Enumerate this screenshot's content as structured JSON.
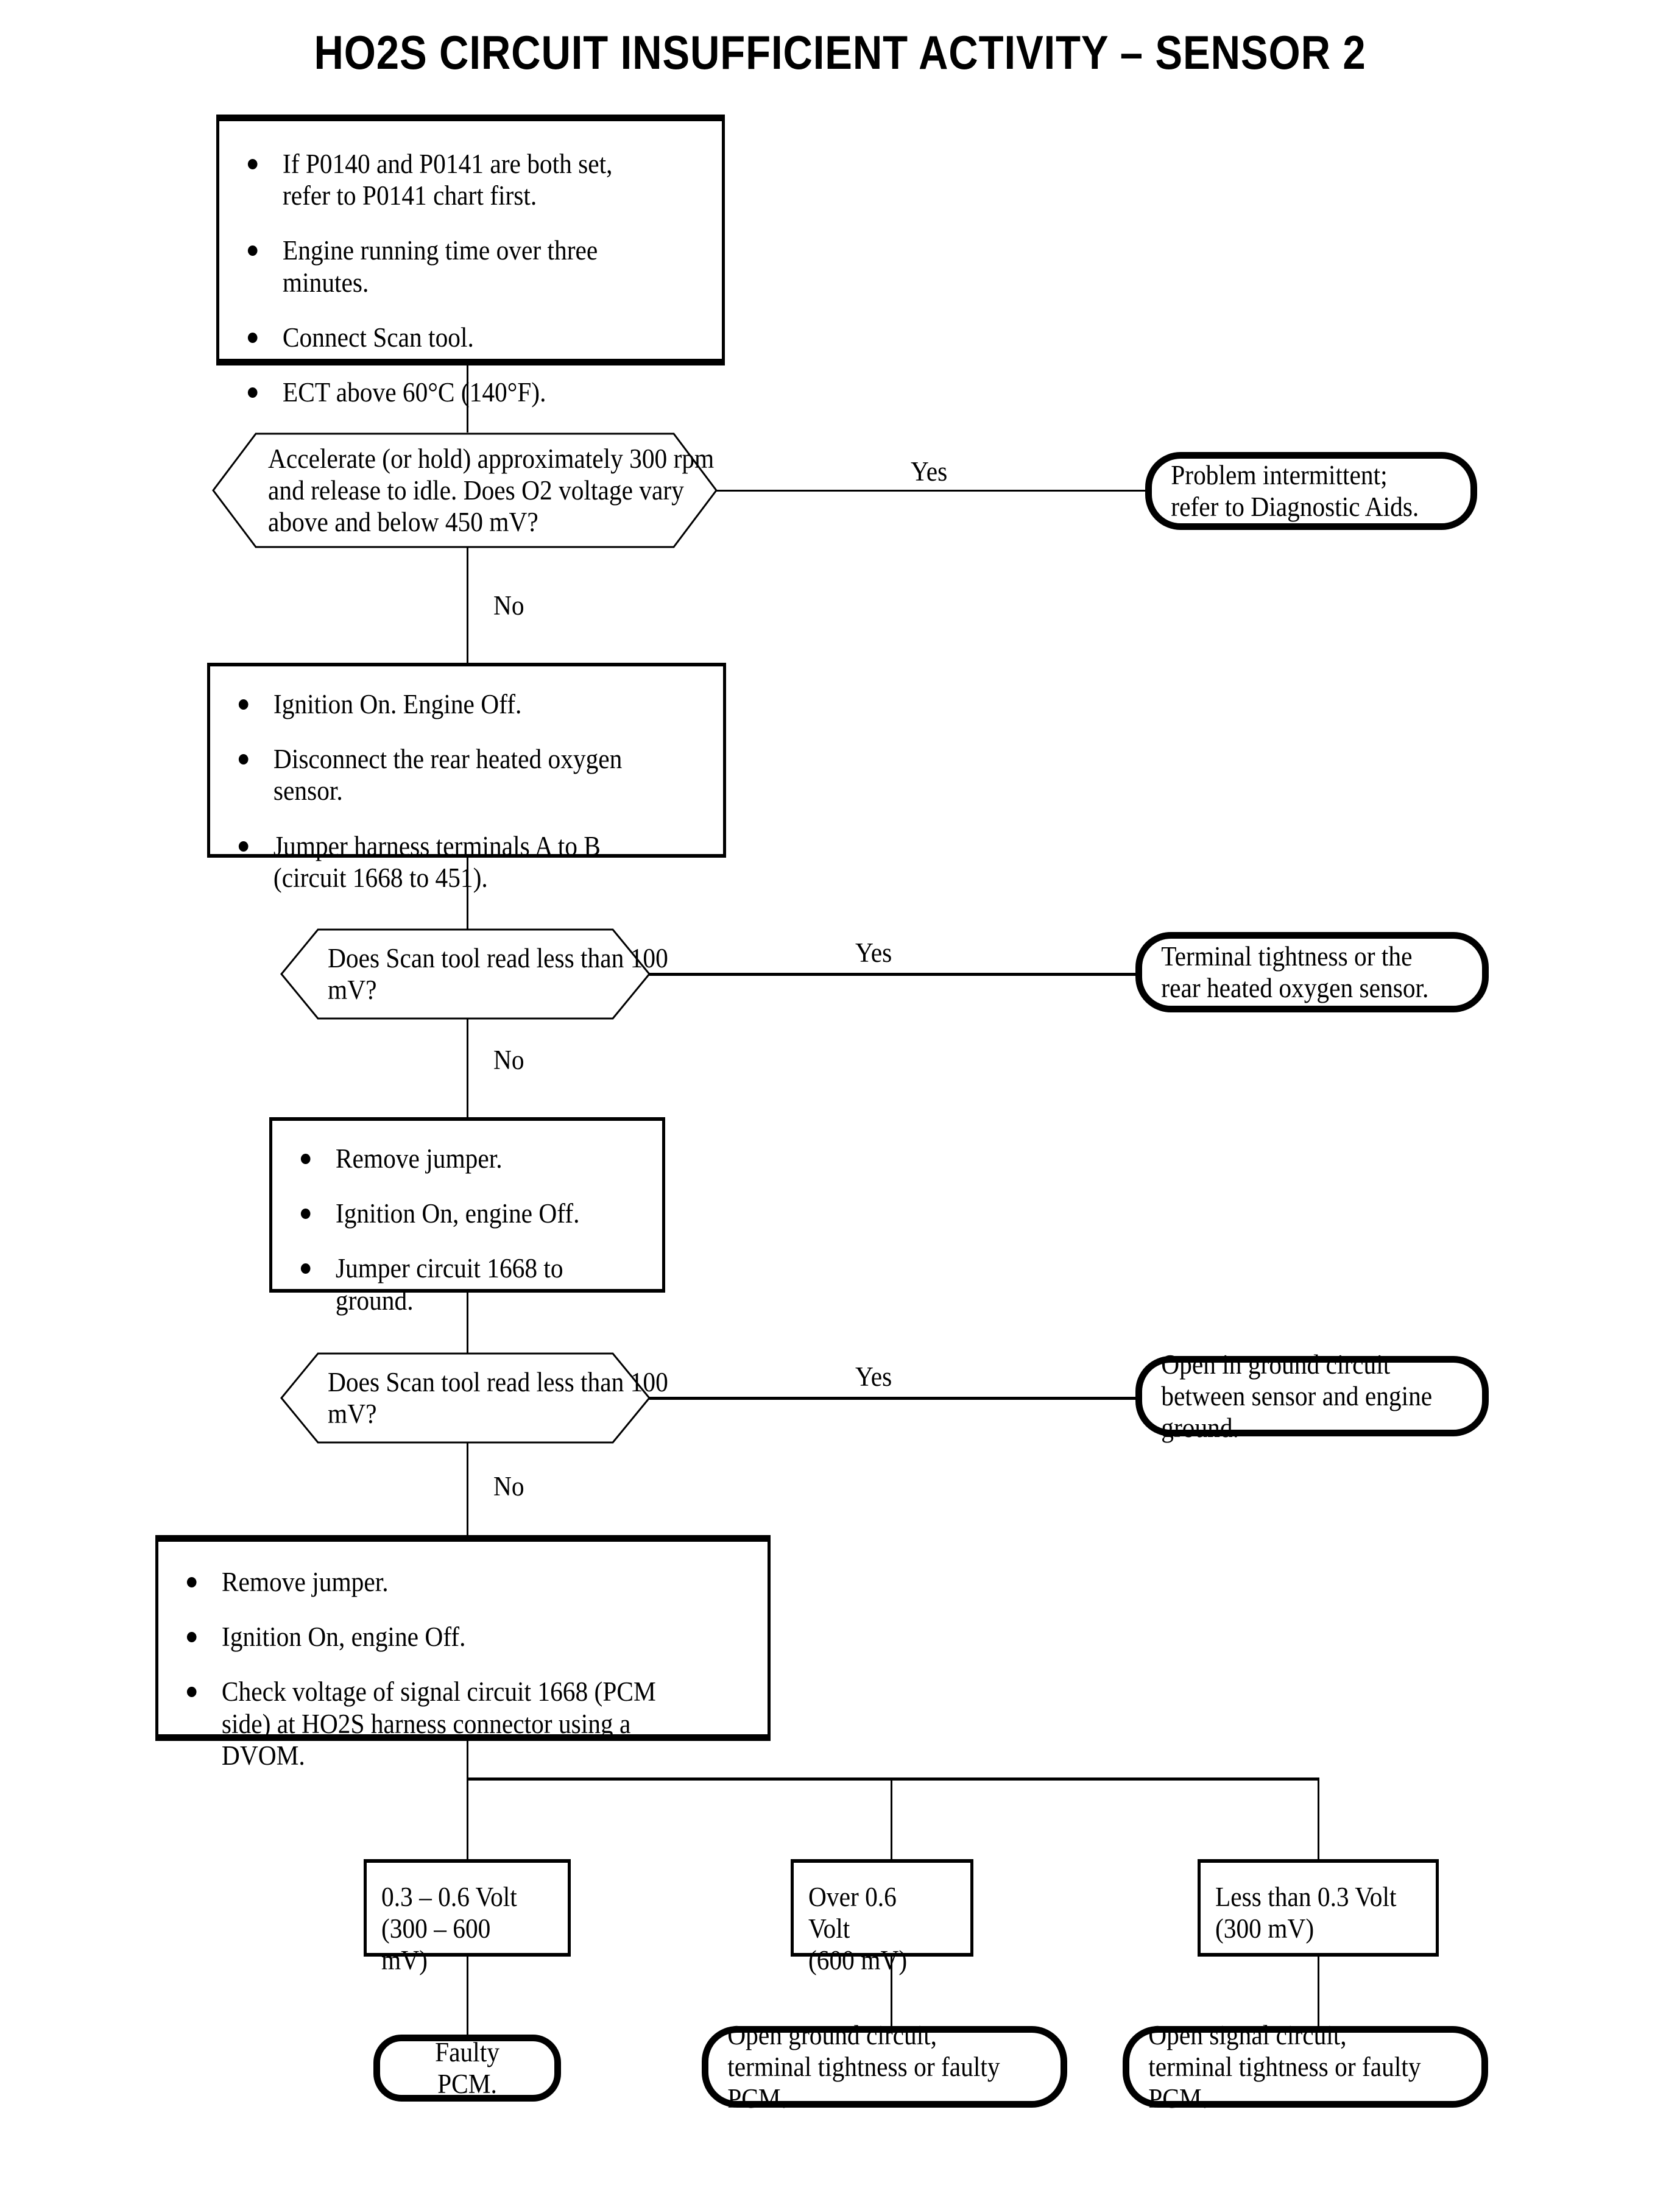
{
  "title": "HO2S CIRCUIT INSUFFICIENT ACTIVITY – SENSOR 2",
  "colors": {
    "ink": "#000000",
    "paper": "#ffffff"
  },
  "edge_labels": {
    "yes": "Yes",
    "no": "No"
  },
  "nodes": {
    "preconditions": {
      "type": "process",
      "bullets": [
        "If P0140 and P0141 are both set, refer to P0141 chart first.",
        "Engine running time over three minutes.",
        "Connect Scan tool.",
        "ECT above 60°C (140°F)."
      ]
    },
    "decision_1": {
      "type": "decision",
      "text": "Accelerate (or hold) approximately 300 rpm and release to idle. Does O2 voltage vary above and below 450 mV?"
    },
    "result_intermittent": {
      "type": "terminator",
      "text": "Problem intermittent; refer to Diagnostic Aids."
    },
    "action_jumper_ab": {
      "type": "process",
      "bullets": [
        "Ignition On. Engine Off.",
        "Disconnect the rear heated oxygen sensor.",
        "Jumper harness terminals A to B (circuit 1668 to 451)."
      ]
    },
    "decision_2": {
      "type": "decision",
      "text": "Does Scan tool read less than 100 mV?"
    },
    "result_terminal_tightness": {
      "type": "terminator",
      "text": "Terminal tightness or the rear heated oxygen sensor."
    },
    "action_jumper_ground": {
      "type": "process",
      "bullets": [
        "Remove jumper.",
        "Ignition On, engine Off.",
        "Jumper circuit 1668 to ground."
      ]
    },
    "decision_3": {
      "type": "decision",
      "text": "Does Scan tool read less than 100 mV?"
    },
    "result_open_ground": {
      "type": "terminator",
      "text": "Open in ground circuit between sensor and engine ground."
    },
    "action_check_voltage": {
      "type": "process",
      "bullets": [
        "Remove jumper.",
        "Ignition On, engine Off.",
        "Check voltage of signal circuit 1668 (PCM side) at HO2S harness connector using a DVOM."
      ]
    },
    "branch_mid": {
      "type": "process",
      "line1": "0.3 – 0.6 Volt",
      "line2": "(300 – 600 mV)"
    },
    "branch_high": {
      "type": "process",
      "line1": "Over 0.6 Volt",
      "line2": "(600 mV)"
    },
    "branch_low": {
      "type": "process",
      "line1": "Less than 0.3 Volt",
      "line2": "(300 mV)"
    },
    "result_faulty_pcm": {
      "type": "terminator",
      "text": "Faulty PCM."
    },
    "result_open_ground_circuit": {
      "type": "terminator",
      "text": "Open ground circuit, terminal tightness or faulty PCM."
    },
    "result_open_signal_circuit": {
      "type": "terminator",
      "text": "Open signal circuit, terminal tightness or faulty PCM."
    }
  }
}
